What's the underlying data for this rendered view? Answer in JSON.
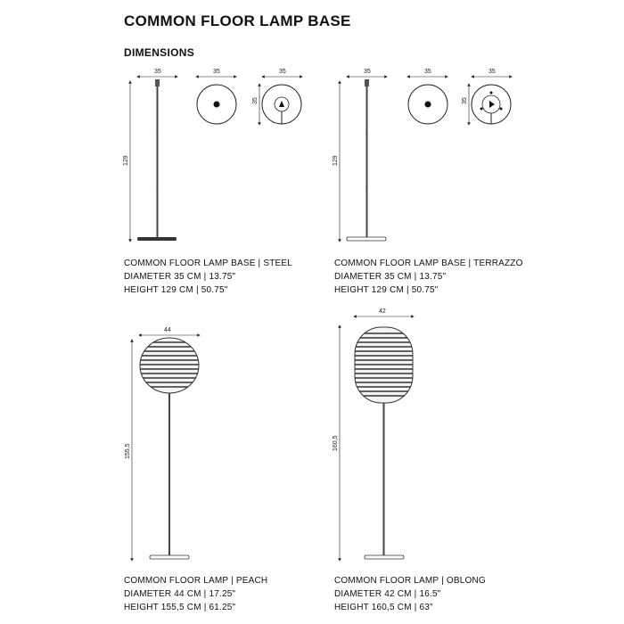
{
  "header": {
    "title": "COMMON FLOOR LAMP BASE",
    "subtitle": "DIMENSIONS"
  },
  "products": [
    {
      "name": "COMMON FLOOR LAMP BASE | STEEL",
      "diameter": "DIAMETER 35 CM | 13.75\"",
      "height": "HEIGHT 129 CM | 50.75\"",
      "dims": {
        "width": "35",
        "height": "129",
        "top_view": "35",
        "bottom_view": "35",
        "side": "35"
      }
    },
    {
      "name": "COMMON FLOOR LAMP BASE | TERRAZZO",
      "diameter": "DIAMETER 35 CM | 13.75\"",
      "height": "HEIGHT 129 CM | 50.75\"",
      "dims": {
        "width": "35",
        "height": "129",
        "top_view": "35",
        "bottom_view": "35",
        "side": "35"
      }
    },
    {
      "name": "COMMON FLOOR LAMP | PEACH",
      "diameter": "DIAMETER 44 CM | 17.25\"",
      "height": "HEIGHT 155,5 CM | 61.25\"",
      "dims": {
        "width": "44",
        "height": "155,5"
      }
    },
    {
      "name": "COMMON FLOOR LAMP | OBLONG",
      "diameter": "DIAMETER 42 CM | 16.5\"",
      "height": "HEIGHT 160,5 CM | 63\"",
      "dims": {
        "width": "42",
        "height": "160,5"
      }
    }
  ]
}
